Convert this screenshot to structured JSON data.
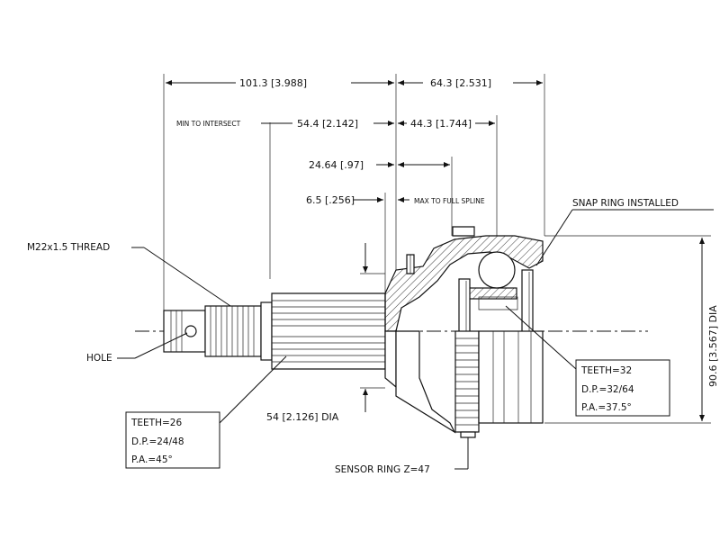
{
  "dimensions": {
    "overall_left": "101.3 [3.988]",
    "overall_right": "64.3 [2.531]",
    "min_to_intersect_label": "MIN TO INTERSECT",
    "intersect_left": "54.4 [2.142]",
    "intersect_right": "44.3 [1.744]",
    "spline_offset": "24.64 [.97]",
    "max_to_full_spline_value": "6.5 [.256]",
    "max_to_full_spline_label": "MAX TO FULL SPLINE",
    "shaft_dia": "54 [2.126] DIA",
    "outer_dia": "90.6 [3.567] DIA"
  },
  "labels": {
    "thread": "M22x1.5 THREAD",
    "hole": "HOLE",
    "snap_ring": "SNAP RING INSTALLED",
    "sensor_ring": "SENSOR RING Z=47"
  },
  "spec_left": {
    "teeth": "TEETH=26",
    "dp": "D.P.=24/48",
    "pa": "P.A.=45°"
  },
  "spec_right": {
    "teeth": "TEETH=32",
    "dp": "D.P.=32/64",
    "pa": "P.A.=37.5°"
  }
}
